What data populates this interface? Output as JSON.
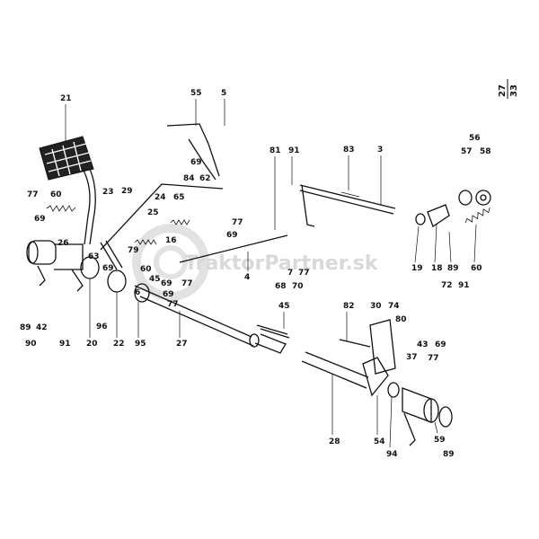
{
  "page_ref": {
    "top": "27",
    "bottom": "33"
  },
  "watermark": "TraktorPartner.sk",
  "labels": [
    "21",
    "55",
    "5",
    "77",
    "60",
    "69",
    "23",
    "29",
    "24",
    "25",
    "65",
    "69",
    "84",
    "62",
    "77",
    "69",
    "81",
    "91",
    "83",
    "3",
    "56",
    "57",
    "58",
    "26",
    "63",
    "79",
    "16",
    "69",
    "60",
    "6",
    "45",
    "69",
    "77",
    "69",
    "77",
    "4",
    "68",
    "7",
    "77",
    "70",
    "19",
    "18",
    "89",
    "72",
    "91",
    "60",
    "89",
    "42",
    "90",
    "91",
    "20",
    "96",
    "22",
    "95",
    "27",
    "45",
    "82",
    "30",
    "74",
    "80",
    "43",
    "69",
    "37",
    "77",
    "28",
    "54",
    "94",
    "59",
    "89"
  ]
}
